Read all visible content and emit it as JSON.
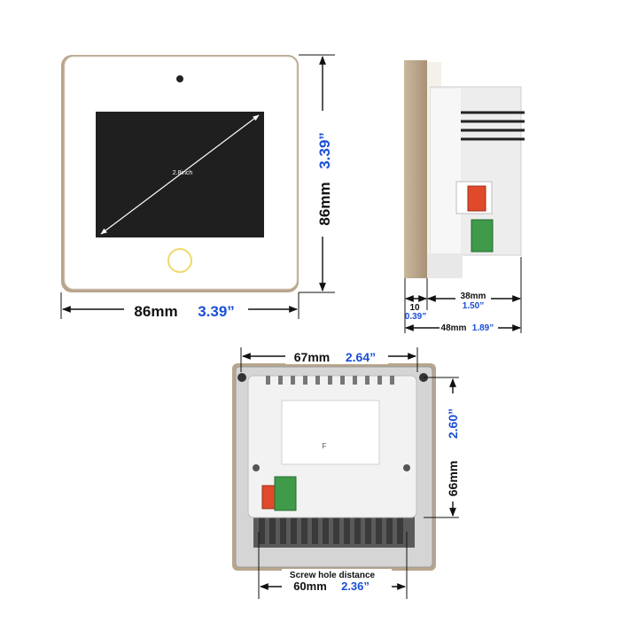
{
  "colors": {
    "dimension_black": "#111111",
    "dimension_blue": "#1a4fd6",
    "panel_white": "#ffffff",
    "frame_gold": "#b8a58c",
    "screen_black": "#1f1f1f",
    "terminal_orange": "#e04a2a",
    "terminal_green": "#3f9a4a",
    "backbox_grey": "#d9d9d9"
  },
  "front_view": {
    "screen_size_label": "2.8inch",
    "width": {
      "mm": "86mm",
      "inch": "3.39”"
    },
    "height": {
      "mm": "86mm",
      "inch": "3.39”"
    },
    "home_button_icon": "ring-button-icon"
  },
  "side_view": {
    "front_depth": {
      "mm": "10",
      "inch": "0.39”"
    },
    "box_depth": {
      "mm": "38mm",
      "inch": "1.50”"
    },
    "total_depth": {
      "mm": "48mm",
      "inch": "1.89”"
    }
  },
  "back_view": {
    "box_width": {
      "mm": "67mm",
      "inch": "2.64”"
    },
    "box_height": {
      "mm": "66mm",
      "inch": "2.60”"
    },
    "screw_hole": {
      "caption": "Screw hole distance",
      "mm": "60mm",
      "inch": "2.36”"
    },
    "label_glyph": "F"
  }
}
